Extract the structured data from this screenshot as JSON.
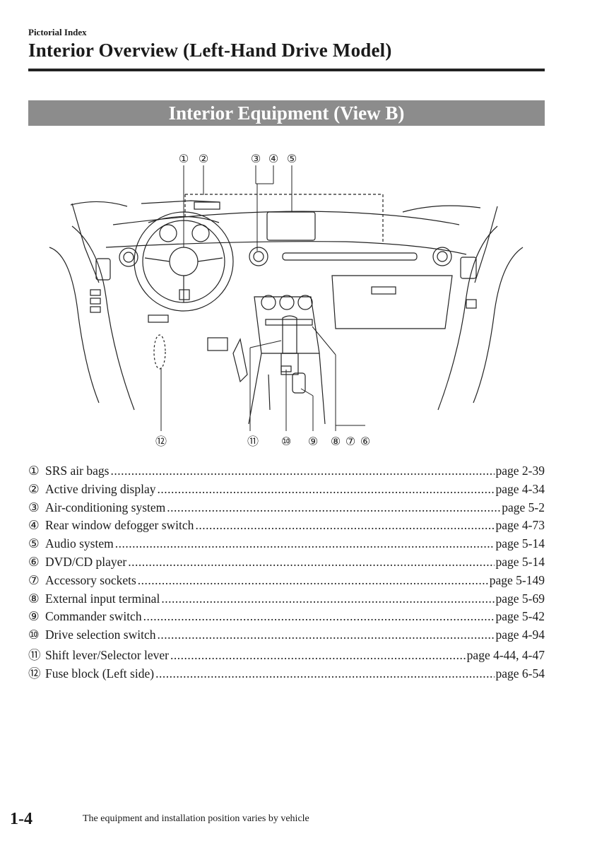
{
  "header": {
    "section": "Pictorial Index",
    "title": "Interior Overview (Left-Hand Drive Model)"
  },
  "banner": "Interior Equipment (View B)",
  "diagram": {
    "callouts": [
      "①",
      "②",
      "③",
      "④",
      "⑤",
      "⑥",
      "⑦",
      "⑧",
      "⑨",
      "⑩",
      "⑪",
      "⑫"
    ]
  },
  "items": [
    {
      "num": "①",
      "label": "SRS air bags",
      "page": "page 2-39"
    },
    {
      "num": "②",
      "label": "Active driving display",
      "page": "page 4-34"
    },
    {
      "num": "③",
      "label": "Air-conditioning system",
      "page": "page 5-2"
    },
    {
      "num": "④",
      "label": "Rear window defogger switch",
      "page": "page 4-73"
    },
    {
      "num": "⑤",
      "label": "Audio system",
      "page": "page 5-14"
    },
    {
      "num": "⑥",
      "label": "DVD/CD player",
      "page": "page 5-14"
    },
    {
      "num": "⑦",
      "label": "Accessory sockets",
      "page": "page 5-149"
    },
    {
      "num": "⑧",
      "label": "External input terminal",
      "page": "page 5-69"
    },
    {
      "num": "⑨",
      "label": "Commander switch",
      "page": "page 5-42"
    },
    {
      "num": "⑩",
      "label": "Drive selection switch",
      "page": "page 4-94"
    },
    {
      "num": "⑪",
      "label": "Shift lever/Selector lever",
      "page": "page 4-44, 4-47"
    },
    {
      "num": "⑫",
      "label": "Fuse block (Left side)",
      "page": "page 6-54"
    }
  ],
  "footer": {
    "page_number": "1-4",
    "note": "The equipment and installation position varies by vehicle"
  }
}
